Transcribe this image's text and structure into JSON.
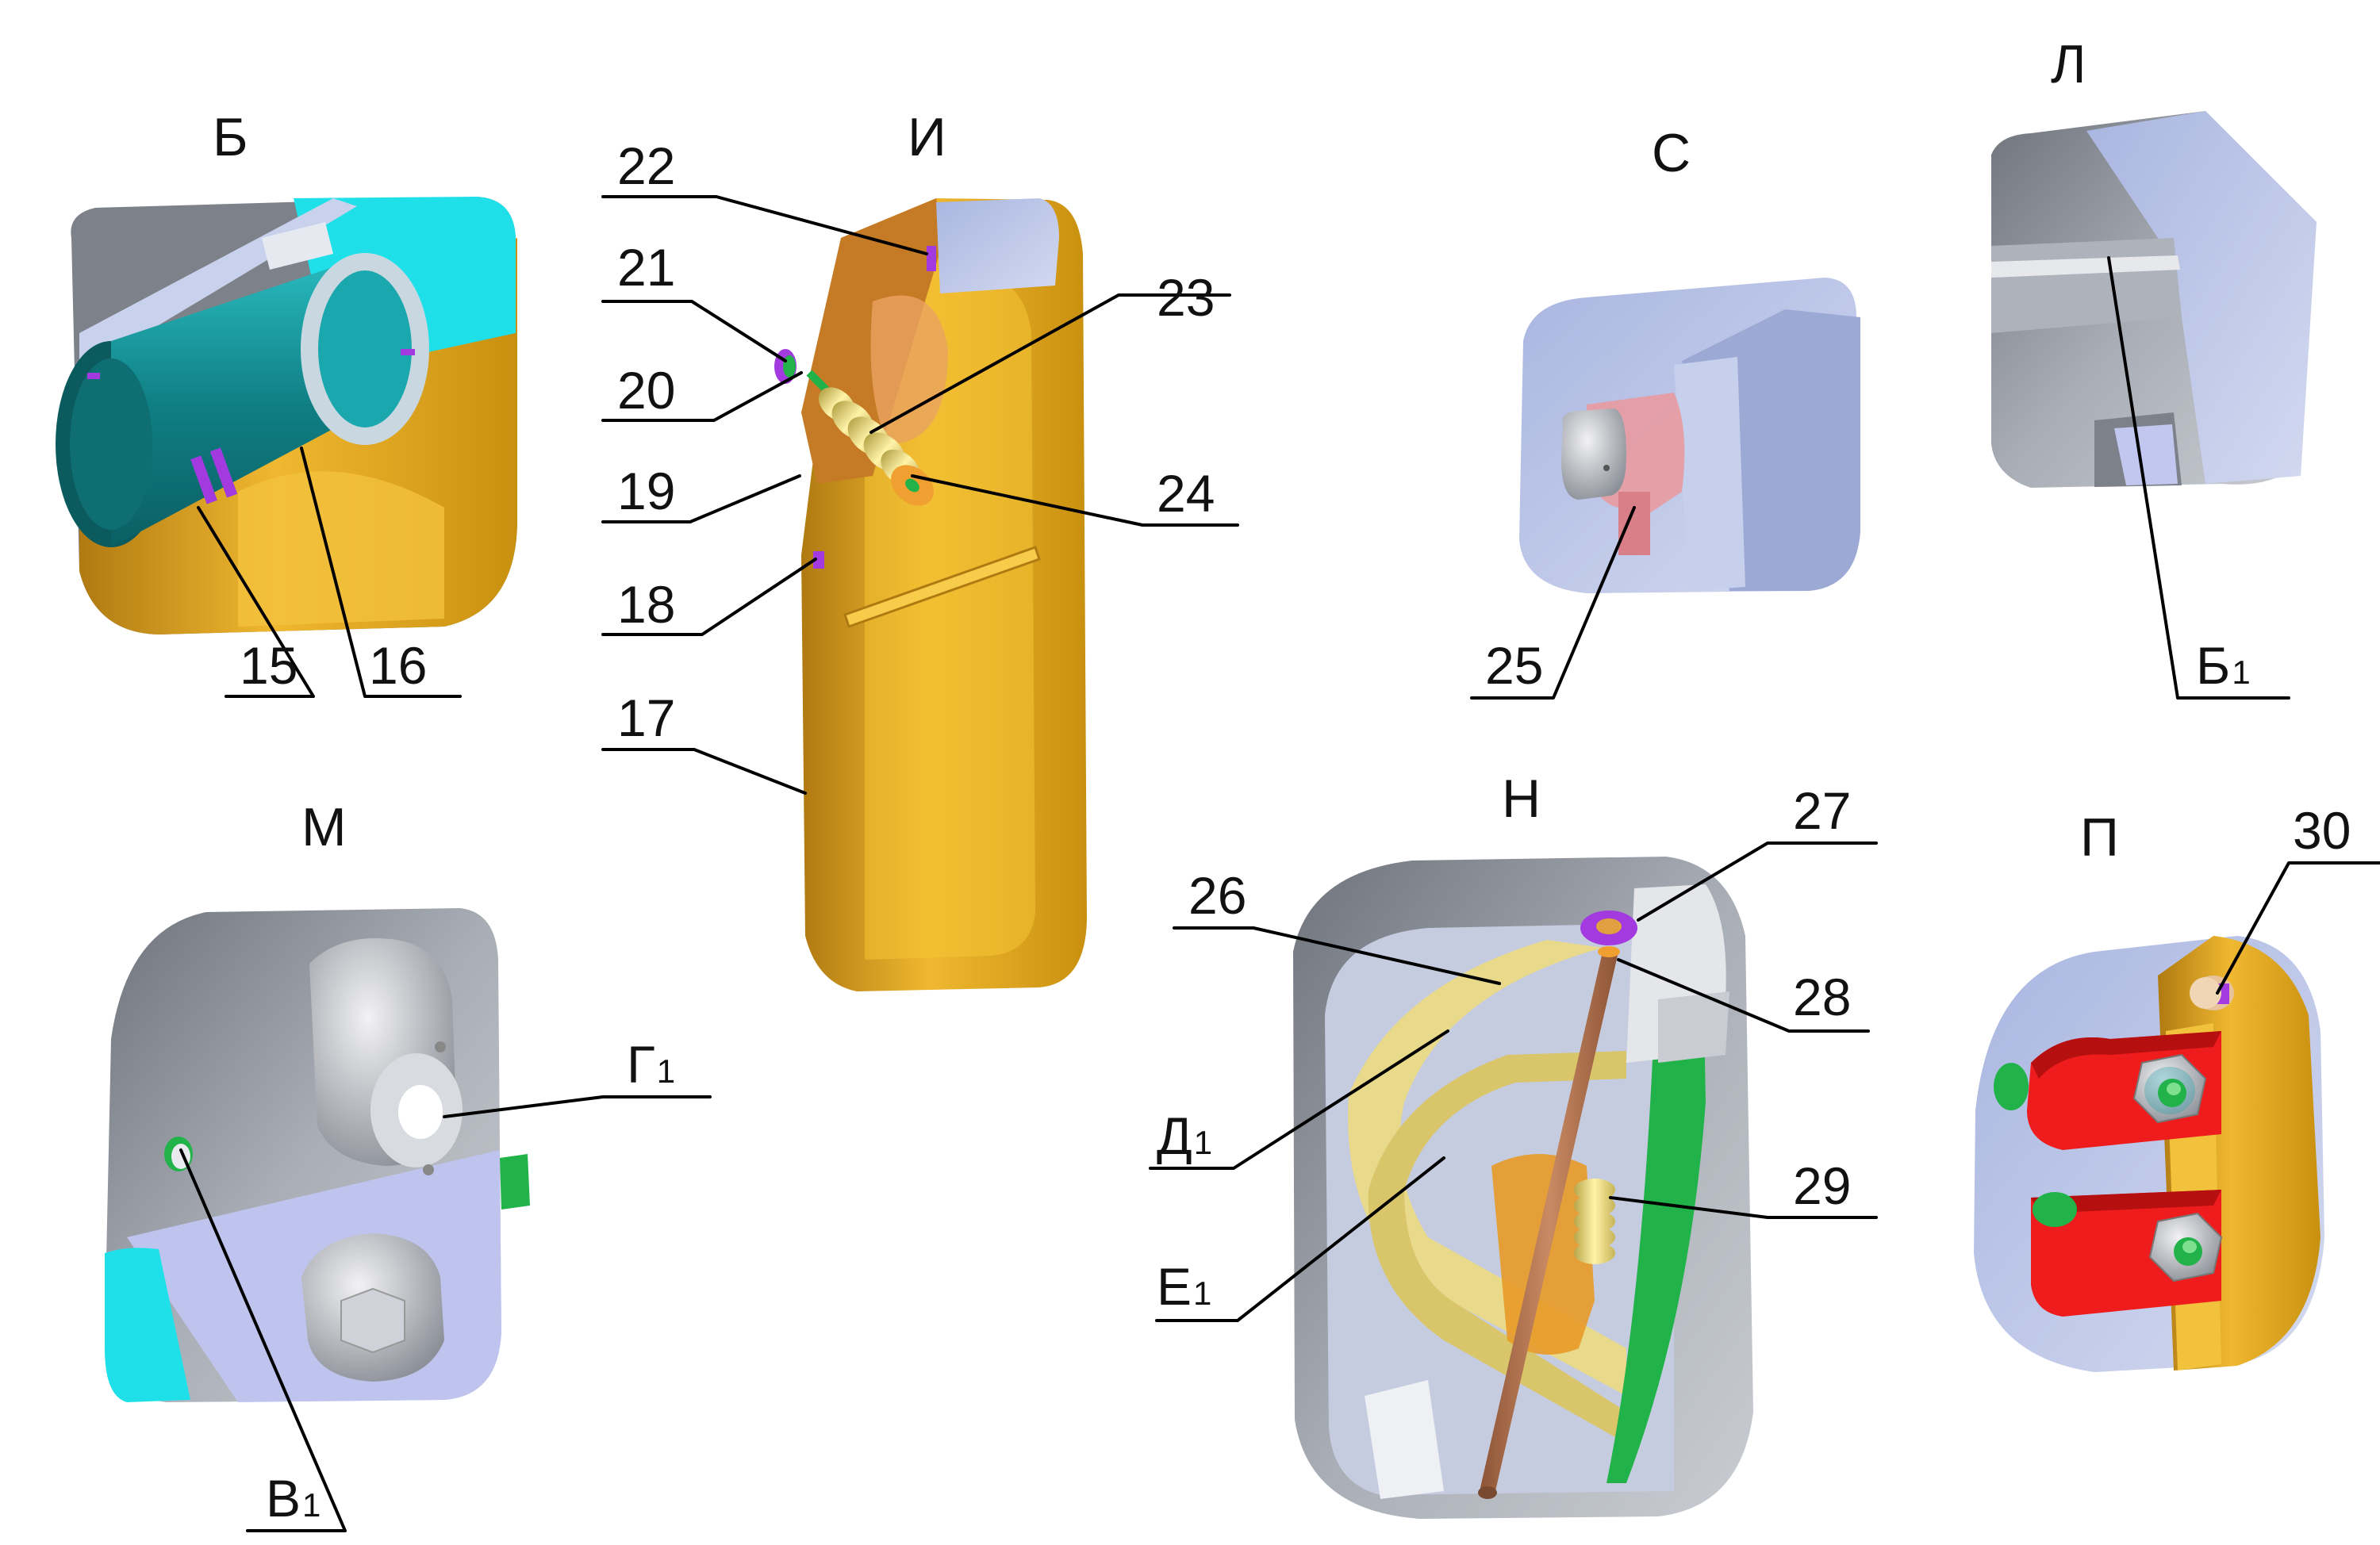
{
  "views": {
    "b": {
      "title": "Б"
    },
    "i": {
      "title": "И"
    },
    "s": {
      "title": "С"
    },
    "l": {
      "title": "Л"
    },
    "m": {
      "title": "М"
    },
    "n": {
      "title": "Н"
    },
    "p": {
      "title": "П"
    }
  },
  "callouts": {
    "c15": "15",
    "c16": "16",
    "c17": "17",
    "c18": "18",
    "c19": "19",
    "c20": "20",
    "c21": "21",
    "c22": "22",
    "c23": "23",
    "c24": "24",
    "c25": "25",
    "c26": "26",
    "c27": "27",
    "c28": "28",
    "c29": "29",
    "c30": "30",
    "b1": {
      "base": "Б",
      "sub": "1"
    },
    "v1": {
      "base": "В",
      "sub": "1"
    },
    "g1": {
      "base": "Г",
      "sub": "1"
    },
    "d1": {
      "base": "Д",
      "sub": "1"
    },
    "e1": {
      "base": "Е",
      "sub": "1"
    }
  },
  "colors": {
    "cyan": "#1fe0e8",
    "teal": "#0f8f93",
    "gold": "#e0a21a",
    "bronze": "#d4822c",
    "coil": "#efe08a",
    "orange": "#f0a030",
    "purple": "#a23ae0",
    "green": "#22b24a",
    "lavender": "#bcc6e8",
    "gray": "#9aa0a8",
    "pink": "#e89aa0",
    "red": "#ee1c1c",
    "copper": "#b87350"
  }
}
